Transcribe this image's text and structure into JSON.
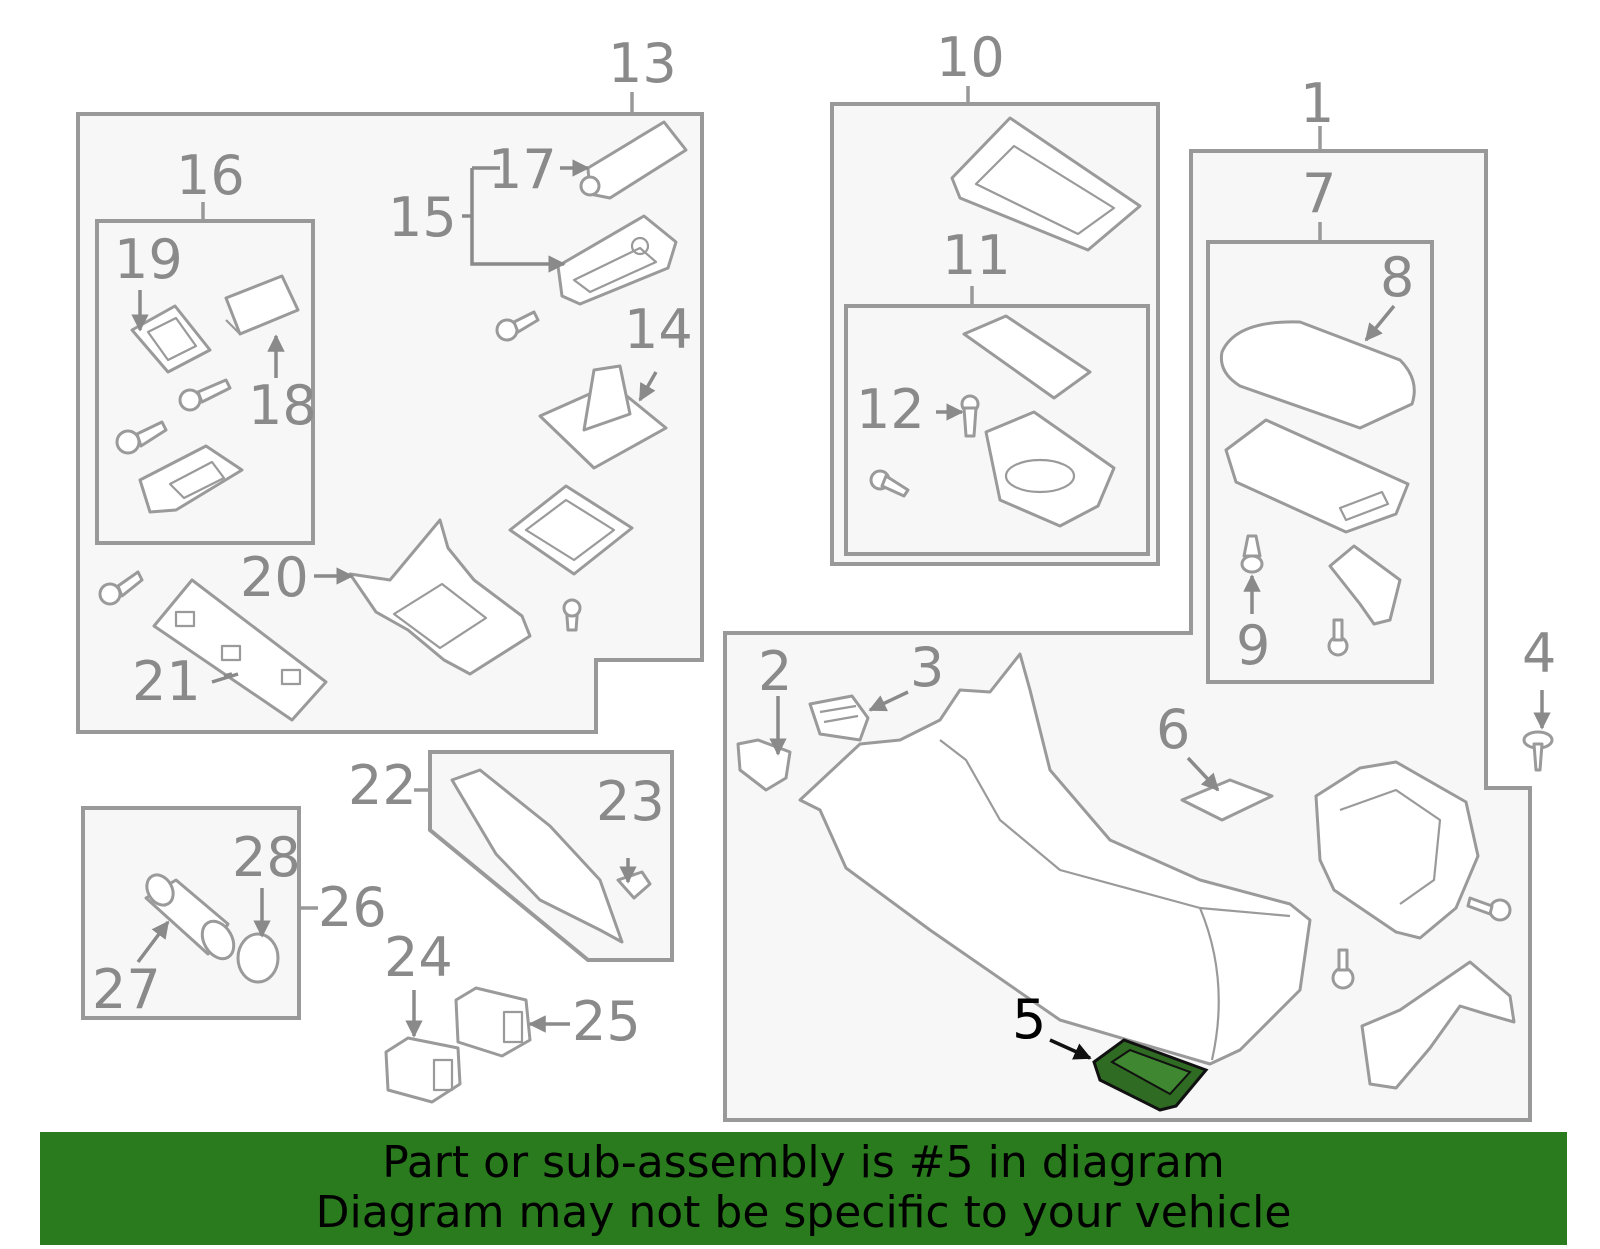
{
  "colors": {
    "banner_background": "#2a7a1e",
    "highlight_part": "#2f6b22",
    "callout_gray": "#8a8a8a",
    "panel_fill": "#f7f7f7"
  },
  "callouts": {
    "c1": "1",
    "c2": "2",
    "c3": "3",
    "c4": "4",
    "c5": "5",
    "c6": "6",
    "c7": "7",
    "c8": "8",
    "c9": "9",
    "c10": "10",
    "c11": "11",
    "c12": "12",
    "c13": "13",
    "c14": "14",
    "c15": "15",
    "c16": "16",
    "c17": "17",
    "c18": "18",
    "c19": "19",
    "c20": "20",
    "c21": "21",
    "c22": "22",
    "c23": "23",
    "c24": "24",
    "c25": "25",
    "c26": "26",
    "c27": "27",
    "c28": "28"
  },
  "highlighted_part": "5",
  "banner": {
    "line1": "Part or sub-assembly is #5 in diagram",
    "line2": "Diagram may not be specific to your vehicle"
  }
}
